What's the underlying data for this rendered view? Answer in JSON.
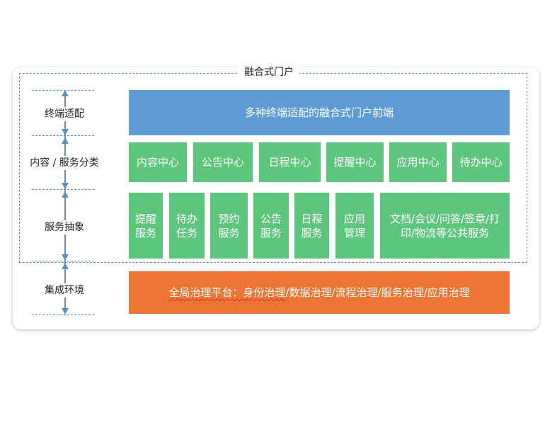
{
  "portal_title": "融合式门户",
  "layers": {
    "terminal": "终端适配",
    "content": "内容 / 服务分类",
    "service": "服务抽象",
    "integration": "集成环境"
  },
  "frontend_bar": "多种终端适配的融合式门户前端",
  "centers": [
    "内容中心",
    "公告中心",
    "日程中心",
    "提醒中心",
    "应用中心",
    "待办中心"
  ],
  "services": [
    {
      "line1": "提醒",
      "line2": "服务"
    },
    {
      "line1": "待办",
      "line2": "任务"
    },
    {
      "line1": "预约",
      "line2": "服务"
    },
    {
      "line1": "公告",
      "line2": "服务"
    },
    {
      "line1": "日程",
      "line2": "服务"
    },
    {
      "line1": "应用",
      "line2": "管理"
    },
    {
      "line1": "文档/会议/问答/签章/打",
      "line2": "印/物流等公共服务"
    }
  ],
  "platform": {
    "part1": "全局治理平台：",
    "part2": "身份治理",
    "part3": "/数据治理/流程治理/服务治理/应用治理"
  },
  "colors": {
    "blue": "#5f9cd6",
    "green": "#5ec57d",
    "orange": "#ec7534",
    "dash": "#5b8fc7"
  }
}
